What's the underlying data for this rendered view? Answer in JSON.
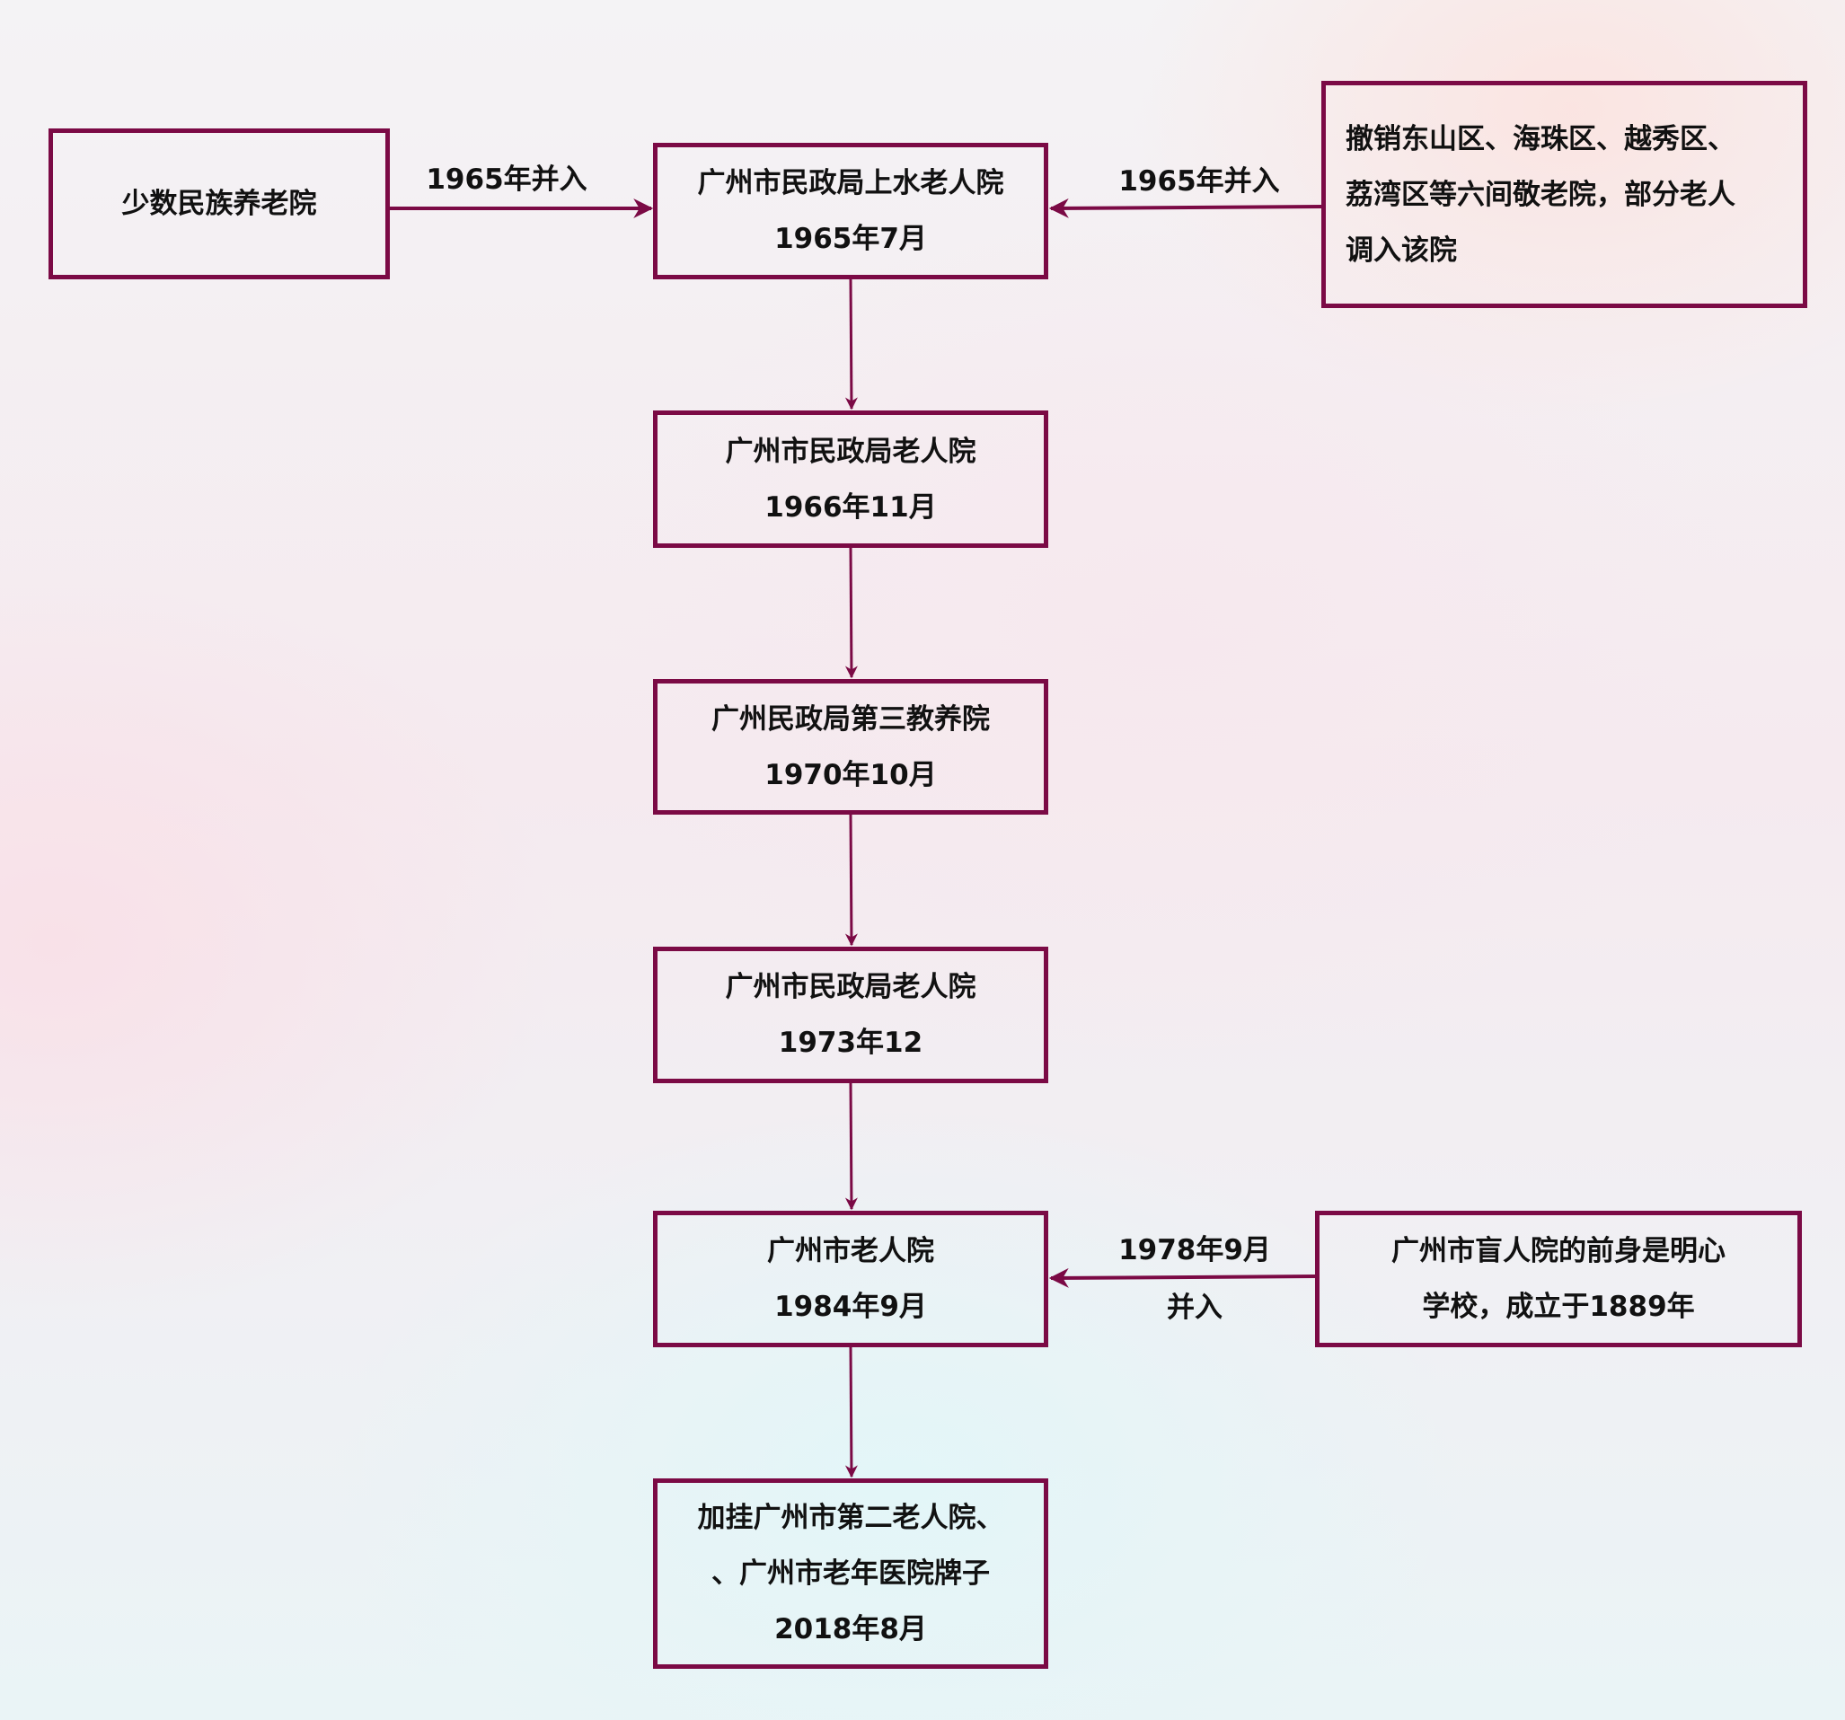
{
  "diagram": {
    "type": "flowchart",
    "colors": {
      "border": "#7b0a45",
      "arrow": "#7b0a45",
      "text": "#111111"
    },
    "nodes": {
      "minority": {
        "lines": [
          "少数民族养老院"
        ]
      },
      "n1": {
        "lines": [
          "广州市民政局上水老人院",
          "1965年7月"
        ]
      },
      "district": {
        "lines": [
          "撤销东山区、海珠区、越秀区、",
          "荔湾区等六间敬老院，部分老人",
          "调入该院"
        ]
      },
      "n2": {
        "lines": [
          "广州市民政局老人院",
          "1966年11月"
        ]
      },
      "n3": {
        "lines": [
          "广州民政局第三教养院",
          "1970年10月"
        ]
      },
      "n4": {
        "lines": [
          "广州市民政局老人院",
          "1973年12"
        ]
      },
      "n5": {
        "lines": [
          "广州市老人院",
          "1984年9月"
        ]
      },
      "blind": {
        "lines": [
          "广州市盲人院的前身是明心",
          "学校，成立于1889年"
        ]
      },
      "n6": {
        "lines": [
          "加挂广州市第二老人院、",
          "、广州市老年医院牌子",
          "2018年8月"
        ]
      }
    },
    "edges": [
      {
        "from": "minority",
        "to": "n1",
        "label": "1965年并入"
      },
      {
        "from": "district",
        "to": "n1",
        "label": "1965年并入"
      },
      {
        "from": "n1",
        "to": "n2",
        "label": ""
      },
      {
        "from": "n2",
        "to": "n3",
        "label": ""
      },
      {
        "from": "n3",
        "to": "n4",
        "label": ""
      },
      {
        "from": "n4",
        "to": "n5",
        "label": ""
      },
      {
        "from": "blind",
        "to": "n5",
        "label_lines": [
          "1978年9月",
          "并入"
        ]
      },
      {
        "from": "n5",
        "to": "n6",
        "label": ""
      }
    ]
  }
}
